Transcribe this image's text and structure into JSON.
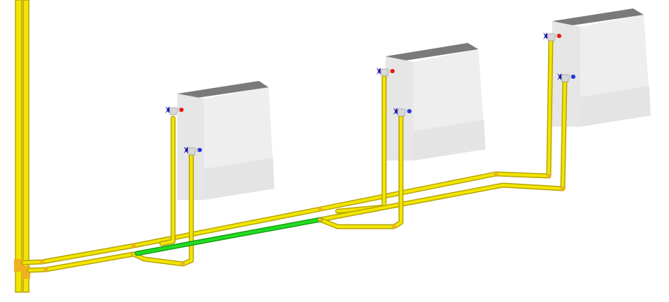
{
  "colors": {
    "background": "#ffffff",
    "pipe": "#f2e600",
    "pipe_highlight": "#fff860",
    "pipe_fitting": "#f0b020",
    "highlighted_pipe": "#22dd22",
    "boiler_front": "#e8e8e8",
    "boiler_side": "#f0f0f0",
    "boiler_top": "#7a7a7a",
    "valve_handle": "#1a1aaa",
    "hot_cap": "#ee1111",
    "cold_cap": "#2233dd"
  },
  "scene": {
    "boilers": [
      {
        "id": "boiler-1"
      },
      {
        "id": "boiler-2"
      },
      {
        "id": "boiler-3"
      }
    ],
    "selected_segment": "green-segment"
  }
}
